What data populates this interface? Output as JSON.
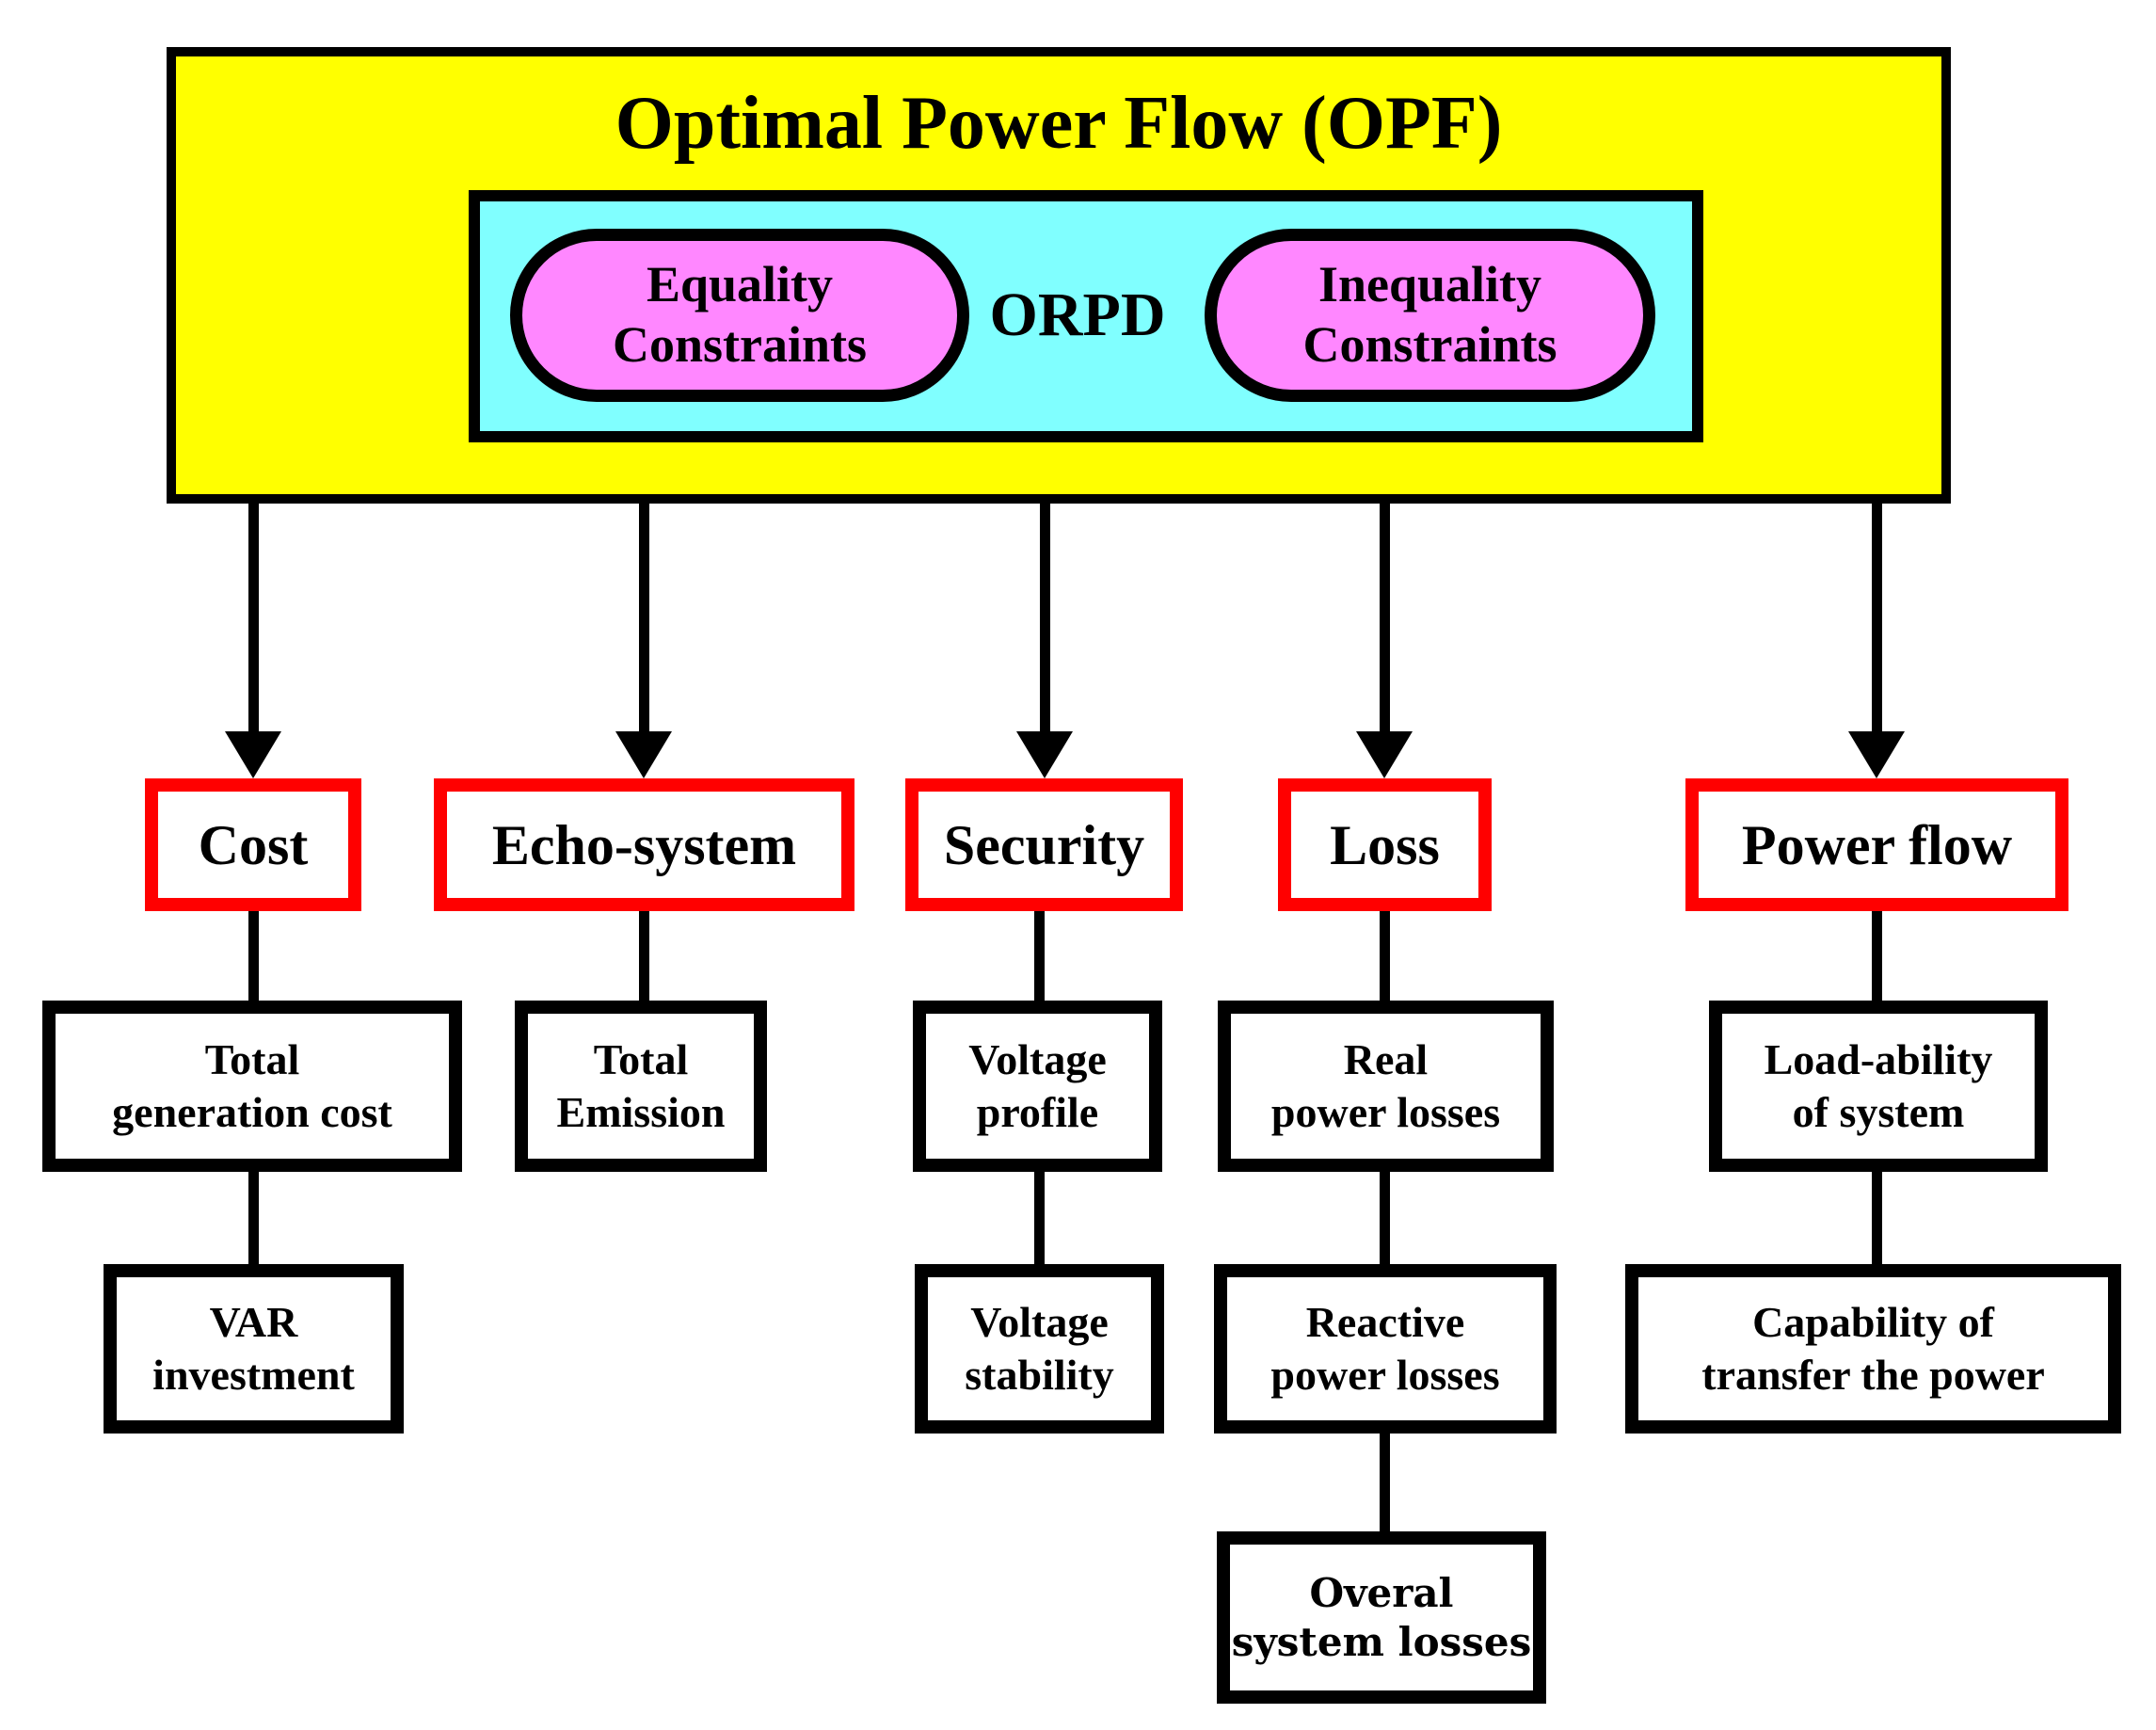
{
  "title": "Optimal Power Flow (OPF)",
  "orpd": {
    "label": "ORPD",
    "constraints": [
      {
        "label": "Equality\nConstraints"
      },
      {
        "label": "Inequality\nConstraints"
      }
    ]
  },
  "columns": [
    {
      "category": "Cost",
      "children": [
        "Total\ngeneration cost",
        "VAR\ninvestment"
      ]
    },
    {
      "category": "Echo-system",
      "children": [
        "Total\nEmission"
      ]
    },
    {
      "category": "Security",
      "children": [
        "Voltage\nprofile",
        "Voltage\nstability"
      ]
    },
    {
      "category": "Loss",
      "children": [
        "Real\npower losses",
        "Reactive\npower losses",
        "Overal\nsystem losses"
      ]
    },
    {
      "category": "Power flow",
      "children": [
        "Load-ability\nof system",
        "Capability of\ntransfer the power"
      ]
    }
  ],
  "colors": {
    "opf-fill": "#ffff00",
    "orpd-fill": "#80ffff",
    "constraint-fill": "#ff87ff",
    "category-border": "#ff0000",
    "line": "#000000",
    "node-fill": "#ffffff",
    "page-bg": "#ffffff"
  }
}
